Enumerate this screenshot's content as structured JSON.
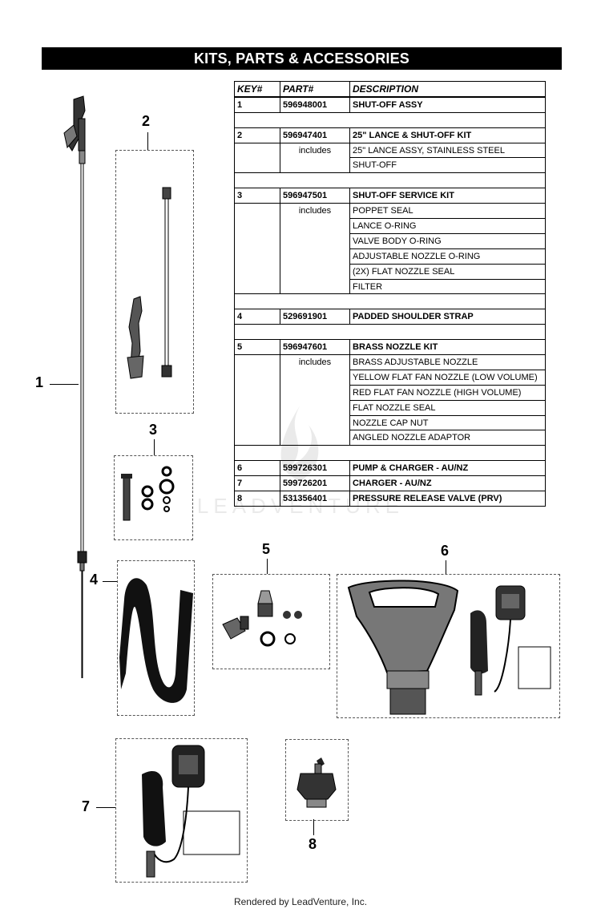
{
  "header": {
    "title": "KITS, PARTS & ACCESSORIES"
  },
  "table": {
    "columns": [
      "KEY#",
      "PART#",
      "DESCRIPTION"
    ],
    "rows": [
      {
        "type": "main",
        "key": "1",
        "part": "596948001",
        "desc": "SHUT-OFF ASSY"
      },
      {
        "type": "blank"
      },
      {
        "type": "main",
        "key": "2",
        "part": "596947401",
        "desc": "25\" LANCE & SHUT-OFF KIT"
      },
      {
        "type": "sub",
        "key": "",
        "part": "includes",
        "desc": "25\" LANCE ASSY, STAINLESS STEEL"
      },
      {
        "type": "sub",
        "key": "",
        "part": "",
        "desc": "SHUT-OFF"
      },
      {
        "type": "blank"
      },
      {
        "type": "main",
        "key": "3",
        "part": "596947501",
        "desc": "SHUT-OFF SERVICE KIT"
      },
      {
        "type": "sub",
        "key": "",
        "part": "includes",
        "desc": "POPPET SEAL"
      },
      {
        "type": "sub",
        "key": "",
        "part": "",
        "desc": "LANCE O-RING"
      },
      {
        "type": "sub",
        "key": "",
        "part": "",
        "desc": "VALVE BODY O-RING"
      },
      {
        "type": "sub",
        "key": "",
        "part": "",
        "desc": "ADJUSTABLE NOZZLE O-RING"
      },
      {
        "type": "sub",
        "key": "",
        "part": "",
        "desc": "(2X) FLAT NOZZLE SEAL"
      },
      {
        "type": "sub",
        "key": "",
        "part": "",
        "desc": "FILTER"
      },
      {
        "type": "blank"
      },
      {
        "type": "main",
        "key": "4",
        "part": "529691901",
        "desc": "PADDED SHOULDER STRAP"
      },
      {
        "type": "blank"
      },
      {
        "type": "main",
        "key": "5",
        "part": "596947601",
        "desc": "BRASS NOZZLE KIT"
      },
      {
        "type": "sub",
        "key": "",
        "part": "includes",
        "desc": "BRASS ADJUSTABLE NOZZLE"
      },
      {
        "type": "sub",
        "key": "",
        "part": "",
        "desc": "YELLOW FLAT FAN NOZZLE (LOW VOLUME)"
      },
      {
        "type": "sub",
        "key": "",
        "part": "",
        "desc": "RED FLAT FAN NOZZLE (HIGH VOLUME)"
      },
      {
        "type": "sub",
        "key": "",
        "part": "",
        "desc": "FLAT NOZZLE SEAL"
      },
      {
        "type": "sub",
        "key": "",
        "part": "",
        "desc": "NOZZLE CAP NUT"
      },
      {
        "type": "sub",
        "key": "",
        "part": "",
        "desc": "ANGLED NOZZLE ADAPTOR"
      },
      {
        "type": "blank"
      },
      {
        "type": "main",
        "key": "6",
        "part": "599726301",
        "desc": "PUMP & CHARGER - AU/NZ"
      },
      {
        "type": "main",
        "key": "7",
        "part": "599726201",
        "desc": "CHARGER - AU/NZ"
      },
      {
        "type": "main",
        "key": "8",
        "part": "531356401",
        "desc": "PRESSURE RELEASE VALVE (PRV)"
      }
    ]
  },
  "callouts": {
    "c1": "1",
    "c2": "2",
    "c3": "3",
    "c4": "4",
    "c5": "5",
    "c6": "6",
    "c7": "7",
    "c8": "8"
  },
  "footer": {
    "text": "Rendered by LeadVenture, Inc."
  }
}
